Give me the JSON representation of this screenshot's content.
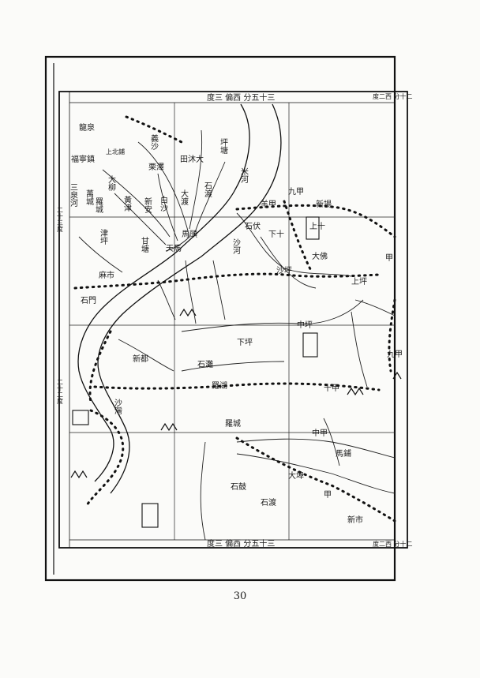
{
  "page_number": "30",
  "frame": {
    "top_scale": "度三 偏西 分五十三",
    "top_right": "度二西 分十二",
    "bottom_scale": "度三 偏西 分五十三",
    "bottom_right": "度二西 分十二",
    "left_top": "二十三度",
    "left_mid": "二十二度"
  },
  "labels": {
    "l01": "龍泉",
    "l02": "福寧鎮",
    "l03": "三泉河",
    "l04": "上北鋪",
    "l05": "義沙",
    "l06": "田沐大",
    "l07": "栗澤",
    "l08": "大柳",
    "l09": "萬城",
    "l10": "羅城",
    "l11": "黃津",
    "l12": "新安",
    "l13": "白沙",
    "l14": "大渡",
    "l15": "石渡",
    "l16": "坪塘",
    "l17": "米河",
    "l18": "馬頭",
    "l19": "天馬",
    "l20": "津坪",
    "l21": "甘塘",
    "l22": "麻市",
    "l23": "石門",
    "l24": "沙河",
    "l25": "石伏",
    "l26": "羊甲",
    "l27": "九甲",
    "l28": "新場",
    "l29": "上十",
    "l30": "下十",
    "l31": "大佛",
    "l32": "沙坪",
    "l33": "甲",
    "l34": "上坪",
    "l35": "中坪",
    "l36": "下坪",
    "l37": "石灘",
    "l38": "新都",
    "l39": "羅湖",
    "l40": "沙灣",
    "l41": "十甲",
    "l42": "羅城",
    "l43": "中甲",
    "l44": "九甲",
    "l45": "馬鋪",
    "l46": "大埠",
    "l47": "石鼓",
    "l48": "甲",
    "l49": "石渡",
    "l50": "新市"
  }
}
